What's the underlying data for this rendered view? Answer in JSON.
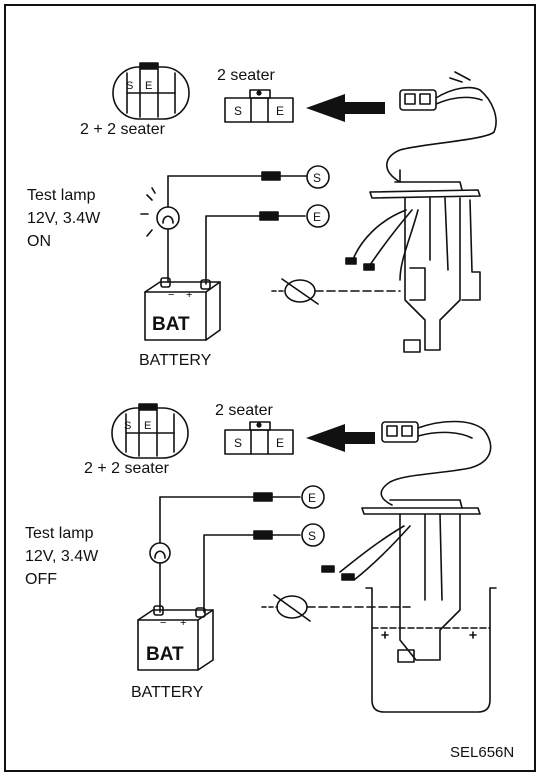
{
  "top_panel": {
    "connector_2seater_label": "2 seater",
    "connector_2plus2_label": "2 + 2 seater",
    "test_lamp": [
      "Test lamp",
      "12V, 3.4W",
      "ON"
    ],
    "battery_label": "BATTERY",
    "battery_text": "BAT",
    "terminal_s": "S",
    "terminal_e": "E"
  },
  "bottom_panel": {
    "connector_2seater_label": "2 seater",
    "connector_2plus2_label": "2 + 2 seater",
    "test_lamp": [
      "Test lamp",
      "12V, 3.4W",
      "OFF"
    ],
    "battery_label": "BATTERY",
    "battery_text": "BAT",
    "terminal_e": "E",
    "terminal_s": "S"
  },
  "connector_pins": {
    "s": "S",
    "e": "E"
  },
  "battery_polarity": {
    "neg": "−",
    "pos": "+"
  },
  "reference_code": "SEL656N"
}
